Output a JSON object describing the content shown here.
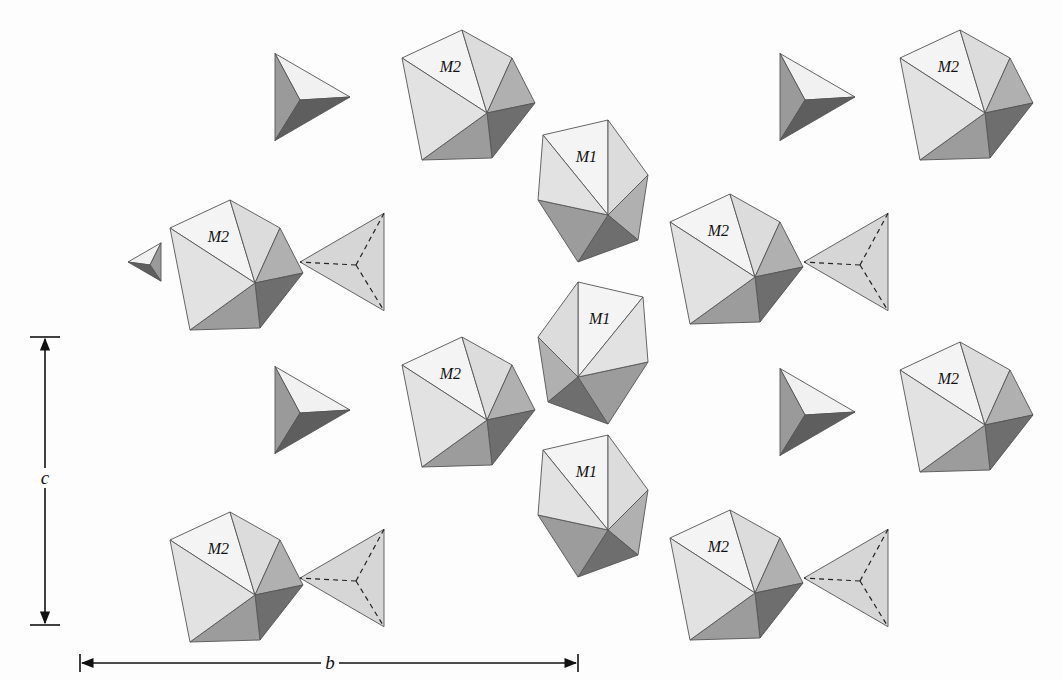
{
  "diagram": {
    "nodes": [
      {
        "text": [
          "M2"
        ]
      },
      {
        "text": [
          "M2"
        ]
      },
      {
        "text": [
          "M1"
        ]
      },
      {
        "text": [
          "M2"
        ]
      },
      {
        "text": [
          "M2"
        ]
      },
      {
        "text": [
          "M2"
        ]
      },
      {
        "text": [
          "M1"
        ]
      },
      {
        "text": [
          "M2"
        ]
      },
      {
        "text": [
          "M1"
        ]
      },
      {
        "text": [
          "M2"
        ]
      },
      {
        "text": [
          "M2"
        ]
      }
    ],
    "labels": [
      "c",
      "b"
    ]
  }
}
